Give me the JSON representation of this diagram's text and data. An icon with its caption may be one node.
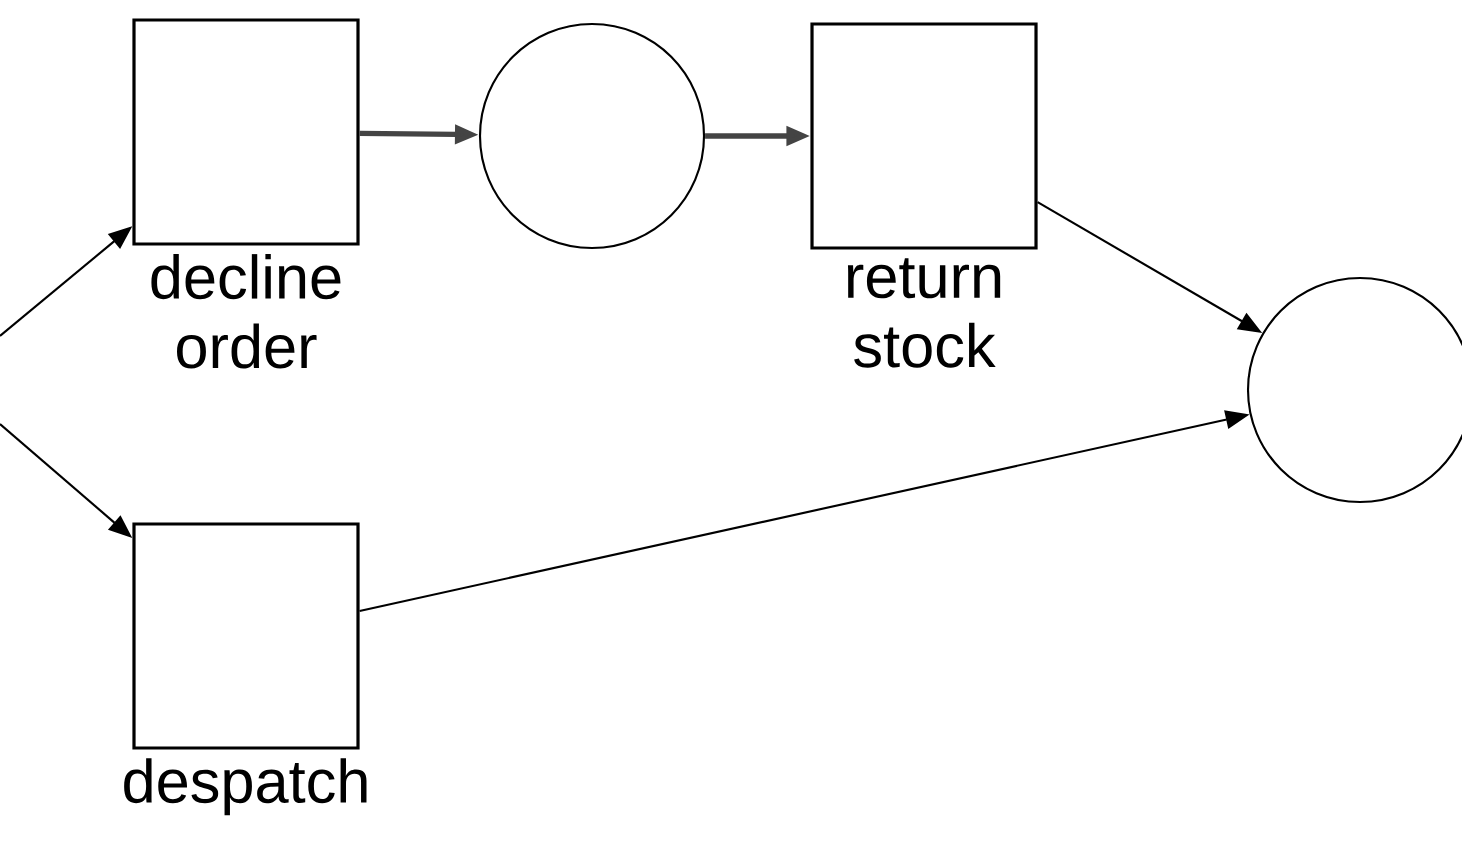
{
  "diagram": {
    "nodes": [
      {
        "text": [
          "decline order"
        ]
      },
      {
        "text": [],
        "shape": "circle"
      },
      {
        "text": [
          "return stock"
        ]
      },
      {
        "text": [],
        "shape": "circle"
      },
      {
        "text": [
          "despatch"
        ]
      }
    ],
    "edges": [
      {
        "from": null,
        "to": 0,
        "arrow": "to"
      },
      {
        "from": null,
        "to": 4,
        "arrow": "to"
      },
      {
        "from": 0,
        "to": 1,
        "arrow": "to",
        "style": "thick",
        "color": "#444444"
      },
      {
        "from": 1,
        "to": 2,
        "arrow": "to",
        "style": "thick",
        "color": "#444444"
      },
      {
        "from": 2,
        "to": 3,
        "arrow": "to"
      },
      {
        "from": 4,
        "to": 3,
        "arrow": "to"
      }
    ]
  }
}
